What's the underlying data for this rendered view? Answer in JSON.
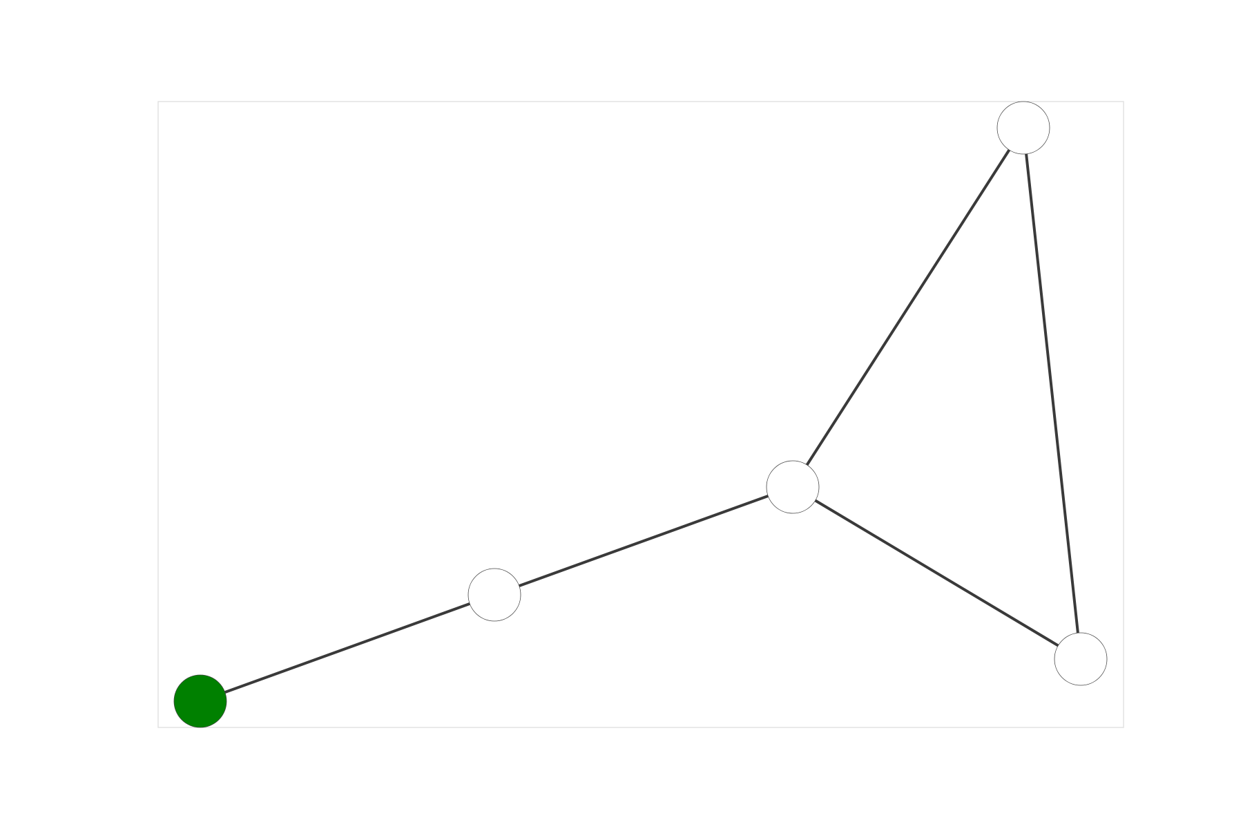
{
  "graph": {
    "nodes": [
      {
        "id": "n0",
        "fill": "#008000",
        "highlighted": true
      },
      {
        "id": "n1",
        "fill": "#ffffff",
        "highlighted": false
      },
      {
        "id": "n2",
        "fill": "#ffffff",
        "highlighted": false
      },
      {
        "id": "n3",
        "fill": "#ffffff",
        "highlighted": false
      },
      {
        "id": "n4",
        "fill": "#ffffff",
        "highlighted": false
      }
    ],
    "edges": [
      {
        "source": "n0",
        "target": "n1"
      },
      {
        "source": "n1",
        "target": "n2"
      },
      {
        "source": "n2",
        "target": "n3"
      },
      {
        "source": "n2",
        "target": "n4"
      },
      {
        "source": "n3",
        "target": "n4"
      }
    ],
    "colors": {
      "edge": "#3a3a3a",
      "node_border": "#444444",
      "highlight": "#008000"
    }
  }
}
